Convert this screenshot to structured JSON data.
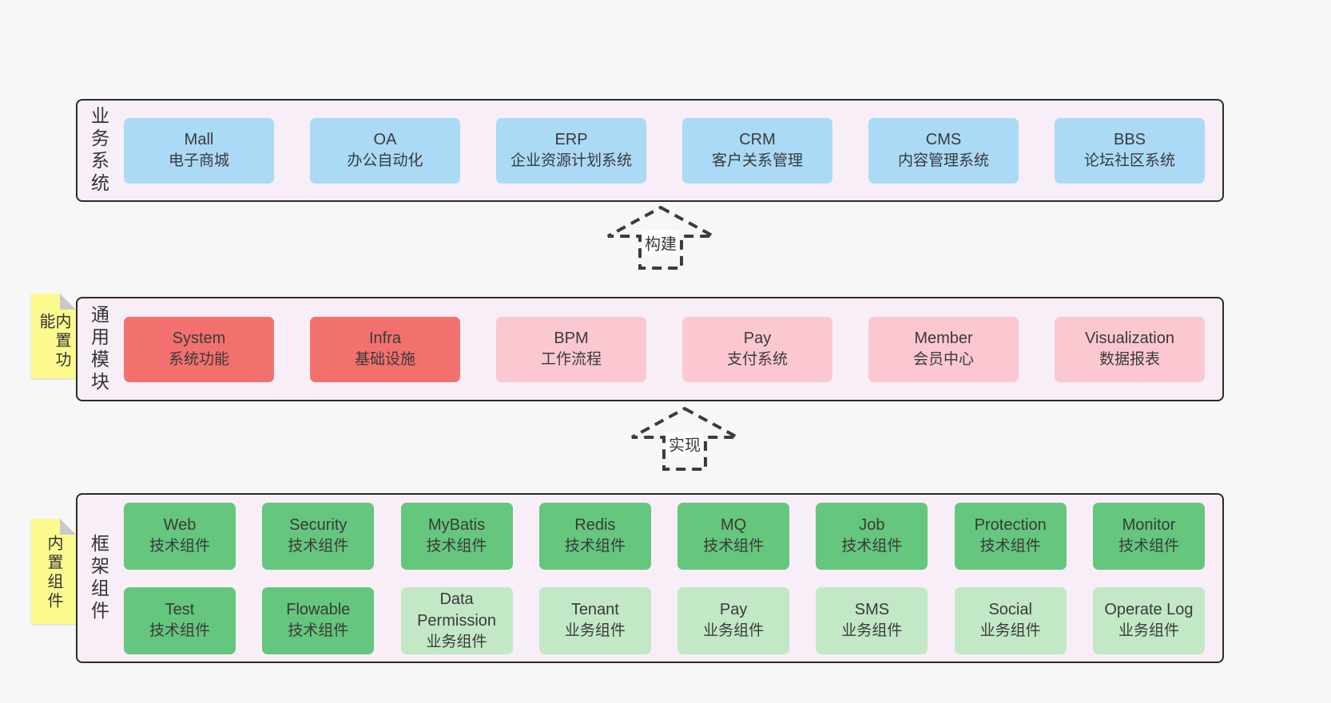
{
  "colors": {
    "page_bg": "#f7f7f7",
    "panel_bg": "#f8eef7",
    "panel_border": "#2b2b2b",
    "blue_box": "#aadaf6",
    "red_box": "#f2716e",
    "pink_box": "#fbc8d2",
    "green_box": "#65c67d",
    "light_green_box": "#c3e8c6",
    "sticky_yellow": "#fcfa8f",
    "sticky_fold_gray": "#c9c9c9",
    "text": "#3a3a3a"
  },
  "arrows": [
    {
      "label": "构建"
    },
    {
      "label": "实现"
    }
  ],
  "panels": [
    {
      "label": "业务系统",
      "boxes": [
        {
          "name": "Mall",
          "desc": "电子商城"
        },
        {
          "name": "OA",
          "desc": "办公自动化"
        },
        {
          "name": "ERP",
          "desc": "企业资源计划系统"
        },
        {
          "name": "CRM",
          "desc": "客户关系管理"
        },
        {
          "name": "CMS",
          "desc": "内容管理系统"
        },
        {
          "name": "BBS",
          "desc": "论坛社区系统"
        }
      ]
    },
    {
      "label": "通用模块",
      "sticky": "内置功能",
      "boxes": [
        {
          "name": "System",
          "desc": "系统功能"
        },
        {
          "name": "Infra",
          "desc": "基础设施"
        },
        {
          "name": "BPM",
          "desc": "工作流程"
        },
        {
          "name": "Pay",
          "desc": "支付系统"
        },
        {
          "name": "Member",
          "desc": "会员中心"
        },
        {
          "name": "Visualization",
          "desc": "数据报表"
        }
      ]
    },
    {
      "label": "框架组件",
      "sticky": "内置组件",
      "rows": [
        [
          {
            "name": "Web",
            "desc": "技术组件"
          },
          {
            "name": "Security",
            "desc": "技术组件"
          },
          {
            "name": "MyBatis",
            "desc": "技术组件"
          },
          {
            "name": "Redis",
            "desc": "技术组件"
          },
          {
            "name": "MQ",
            "desc": "技术组件"
          },
          {
            "name": "Job",
            "desc": "技术组件"
          },
          {
            "name": "Protection",
            "desc": "技术组件"
          },
          {
            "name": "Monitor",
            "desc": "技术组件"
          }
        ],
        [
          {
            "name": "Test",
            "desc": "技术组件"
          },
          {
            "name": "Flowable",
            "desc": "技术组件"
          },
          {
            "name": "Data Permission",
            "desc": "业务组件"
          },
          {
            "name": "Tenant",
            "desc": "业务组件"
          },
          {
            "name": "Pay",
            "desc": "业务组件"
          },
          {
            "name": "SMS",
            "desc": "业务组件"
          },
          {
            "name": "Social",
            "desc": "业务组件"
          },
          {
            "name": "Operate Log",
            "desc": "业务组件"
          }
        ]
      ]
    }
  ]
}
